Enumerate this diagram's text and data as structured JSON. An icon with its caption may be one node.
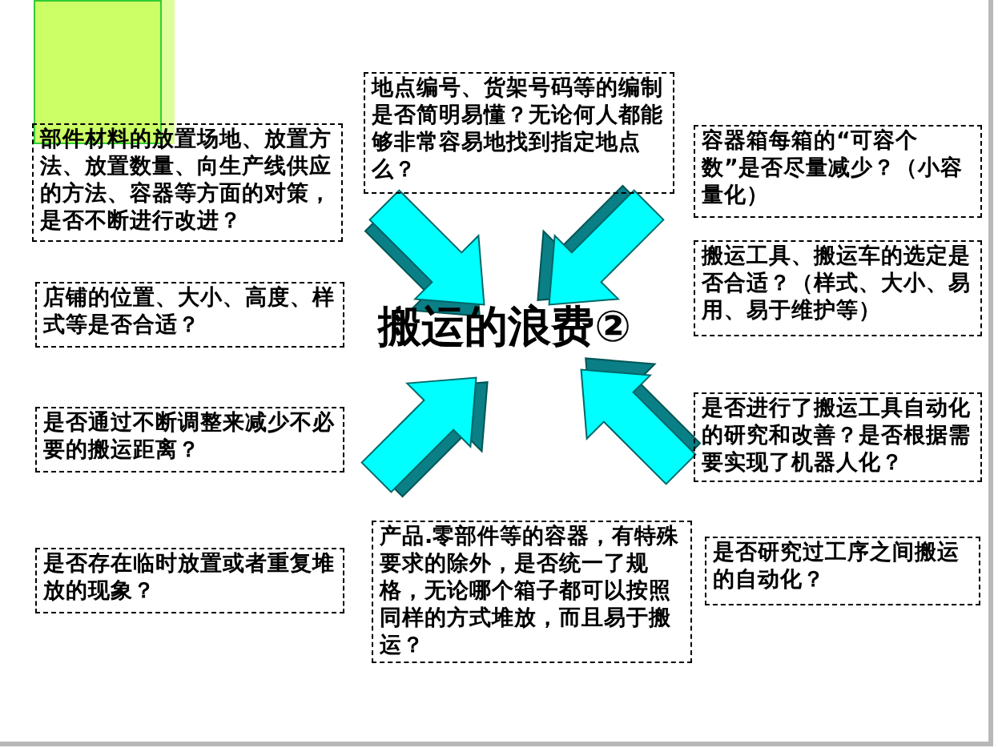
{
  "diagram": {
    "title": "搬运的浪费②",
    "nodes": [
      {
        "text": [
          "地点编号、货架号码等的编制是否简明易懂？无论何人都能够非常容易地找到指定地点么？"
        ]
      },
      {
        "text": [
          "部件材料的放置场地、放置方法、放置数量、向生产线供应的方法、容器等方面的对策，是否不断进行改进？"
        ]
      },
      {
        "text": [
          "容器箱每箱的“可容个数”是否尽量减少？（小容量化）"
        ]
      },
      {
        "text": [
          "搬运工具、搬运车的选定是否合适？（样式、大小、易用、易于维护等）"
        ]
      },
      {
        "text": [
          "店铺的位置、大小、高度、样式等是否合适？"
        ]
      },
      {
        "text": [
          "是否进行了搬运工具自动化的研究和改善？是否根据需要实现了机器人化？"
        ]
      },
      {
        "text": [
          "是否通过不断调整来减少不必要的搬运距离？"
        ]
      },
      {
        "text": [
          "产品.零部件等的容器，有特殊要求的除外，是否统一了规格，无论哪个箱子都可以按照同样的方式堆放，而且易于搬运？"
        ]
      },
      {
        "text": [
          "是否研究过工序之间搬运的自动化？"
        ]
      },
      {
        "text": [
          "是否存在临时放置或者重复堆放的现象？"
        ]
      }
    ]
  }
}
